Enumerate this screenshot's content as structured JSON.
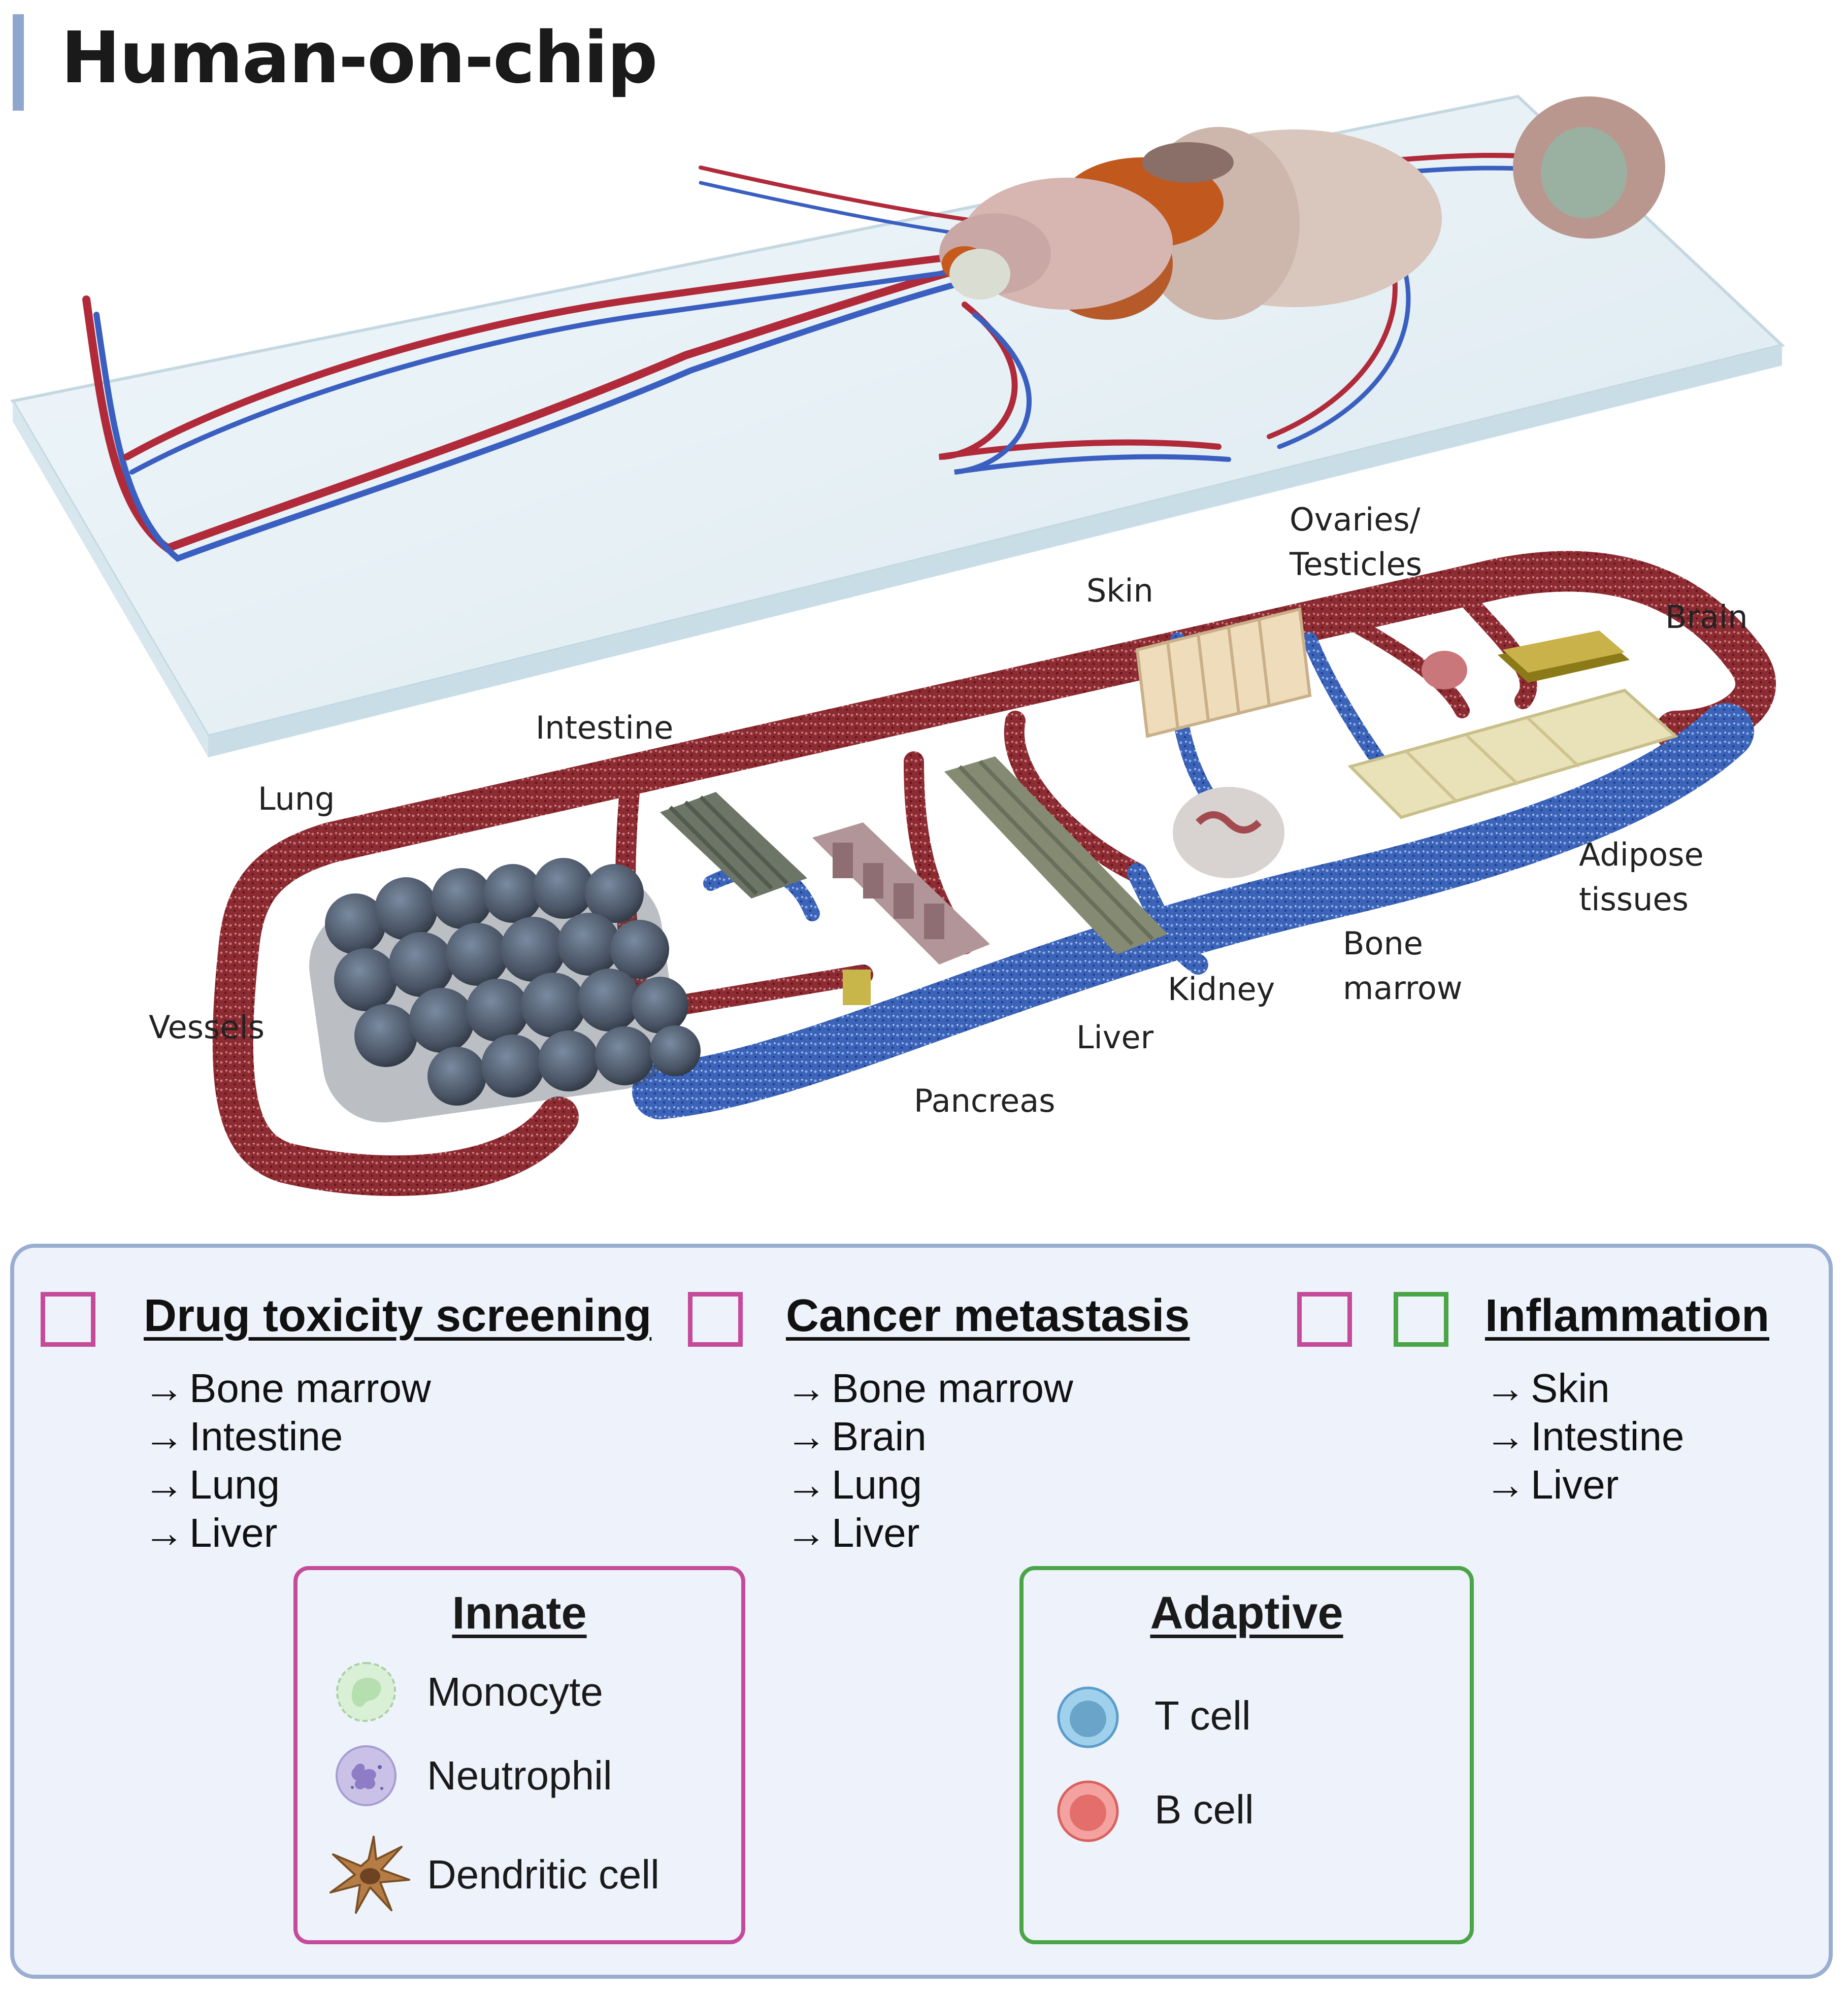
{
  "title": "Human-on-chip",
  "organ_labels": {
    "ovaries": "Ovaries/\nTesticles",
    "skin": "Skin",
    "brain": "Brain",
    "intestine": "Intestine",
    "lung": "Lung",
    "adipose": "Adipose\ntissues",
    "bone_marrow": "Bone\nmarrow",
    "kidney": "Kidney",
    "liver": "Liver",
    "vessels": "Vessels",
    "pancreas": "Pancreas"
  },
  "legend": {
    "drug": {
      "title": "Drug toxicity screening",
      "items": [
        "Bone marrow",
        "Intestine",
        "Lung",
        "Liver"
      ]
    },
    "cancer": {
      "title": "Cancer metastasis",
      "items": [
        "Bone marrow",
        "Brain",
        "Lung",
        "Liver"
      ]
    },
    "inflammation": {
      "title": "Inflammation",
      "items": [
        "Skin",
        "Intestine",
        "Liver"
      ]
    },
    "arrow": "→",
    "innate": {
      "title": "Innate",
      "cells": [
        "Monocyte",
        "Neutrophil",
        "Dendritic cell"
      ]
    },
    "adaptive": {
      "title": "Adaptive",
      "cells": [
        "T cell",
        "B cell"
      ]
    }
  },
  "colors": {
    "accent_bar": "#8fa6cf",
    "panel_border": "#9aaed2",
    "panel_background": "#edf2fb",
    "innate_magenta": "#c54b9a",
    "adaptive_green": "#4aa546",
    "artery_red": "#8c2b31",
    "vein_blue": "#3b63b8"
  }
}
